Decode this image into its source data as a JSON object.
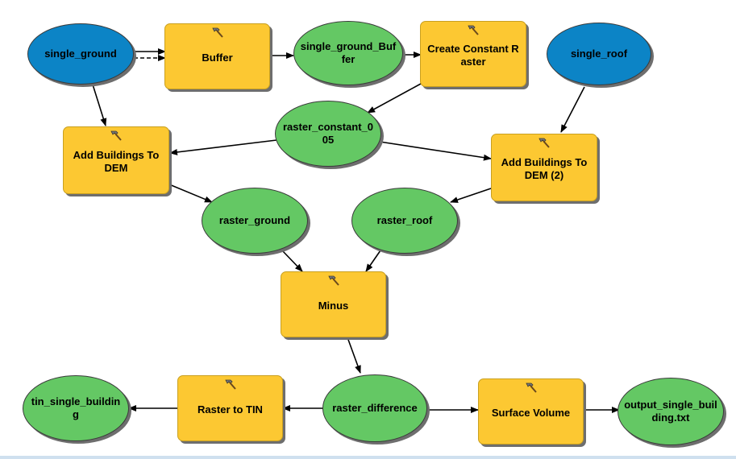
{
  "colors": {
    "data_input": "#0c84c6",
    "data_derived": "#64c864",
    "tool": "#fcc832",
    "edge": "#000000"
  },
  "icons": {
    "tool_icon": "hammer-icon"
  },
  "nodes": {
    "single_ground": "single_ground",
    "buffer": "Buffer",
    "single_ground_buffer": "single_ground_Buffer",
    "create_constant_raster": "Create Constant Raster",
    "single_roof": "single_roof",
    "raster_constant_005": "raster_constant_005",
    "add_buildings_to_dem": "Add Buildings To DEM",
    "add_buildings_to_dem_2": "Add Buildings To DEM (2)",
    "raster_ground": "raster_ground",
    "raster_roof": "raster_roof",
    "minus": "Minus",
    "tin_single_building": "tin_single_building",
    "raster_to_tin": "Raster to TIN",
    "raster_difference": "raster_difference",
    "surface_volume": "Surface Volume",
    "output_single_building": "output_single_building.txt"
  }
}
